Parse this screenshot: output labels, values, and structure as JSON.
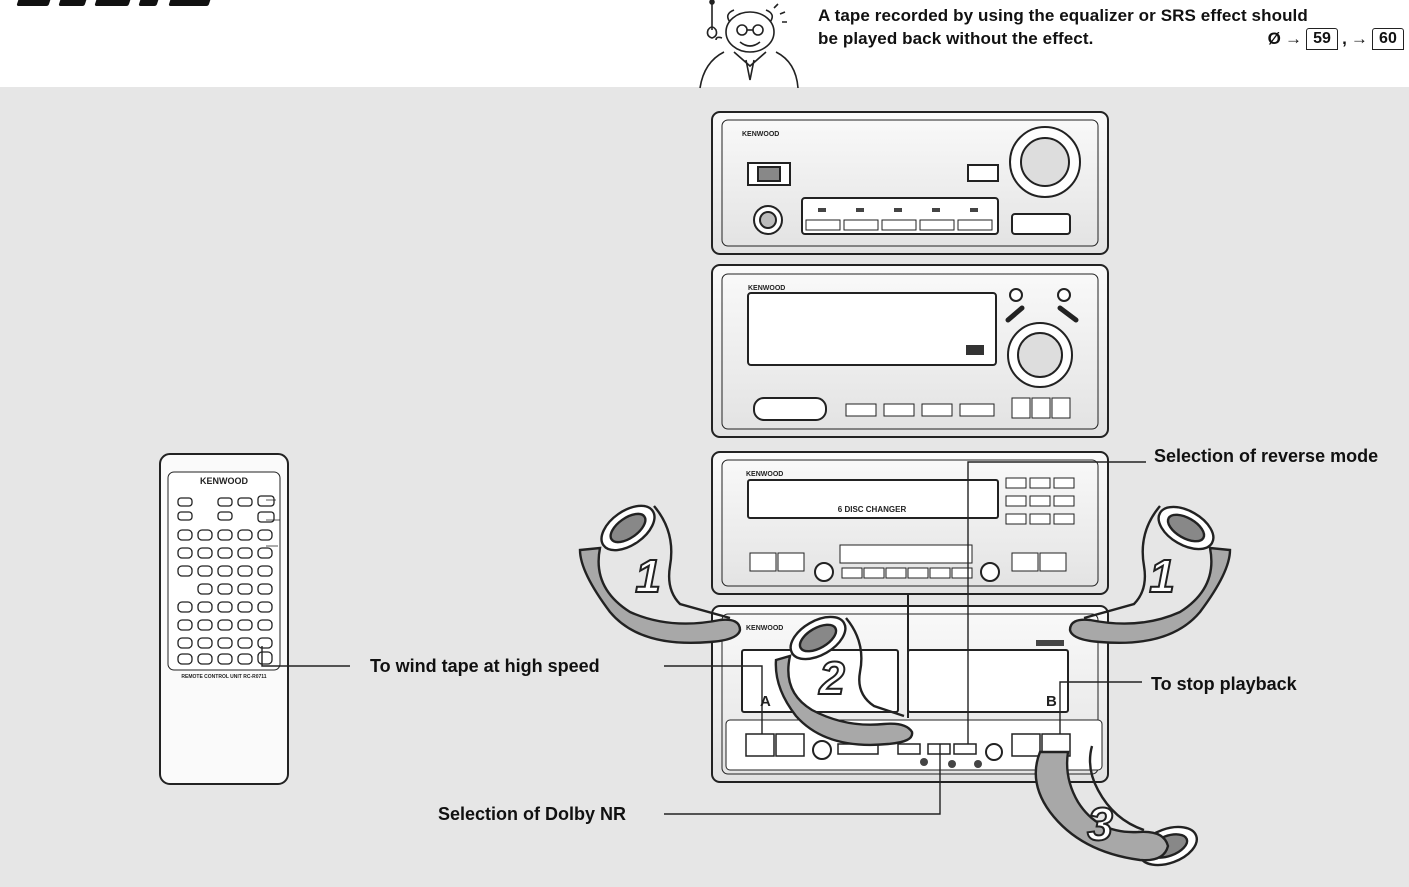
{
  "note": {
    "line1": "A tape recorded by using the equalizer or SRS effect should",
    "line2": "be played back without the effect.",
    "ref_prefix": "Ø",
    "refs": [
      "59",
      "60"
    ]
  },
  "callouts": {
    "reverse_mode": "Selection of reverse mode",
    "wind_tape": "To wind tape at high speed",
    "stop_playback": "To stop playback",
    "dolby_nr": "Selection of Dolby NR"
  },
  "device_labels": {
    "brand": "KENWOOD",
    "disc_changer": "6 DISC CHANGER",
    "deck_a": "A",
    "deck_b": "B",
    "remote_caption": "REMOTE CONTROL UNIT RC-R0711"
  },
  "steps": [
    "1",
    "2",
    "1",
    "3"
  ],
  "colors": {
    "panel": "#e6e6e6",
    "line": "#222222",
    "hand_fill": "#a8a8a8",
    "device_fill": "#f4f4f4"
  }
}
